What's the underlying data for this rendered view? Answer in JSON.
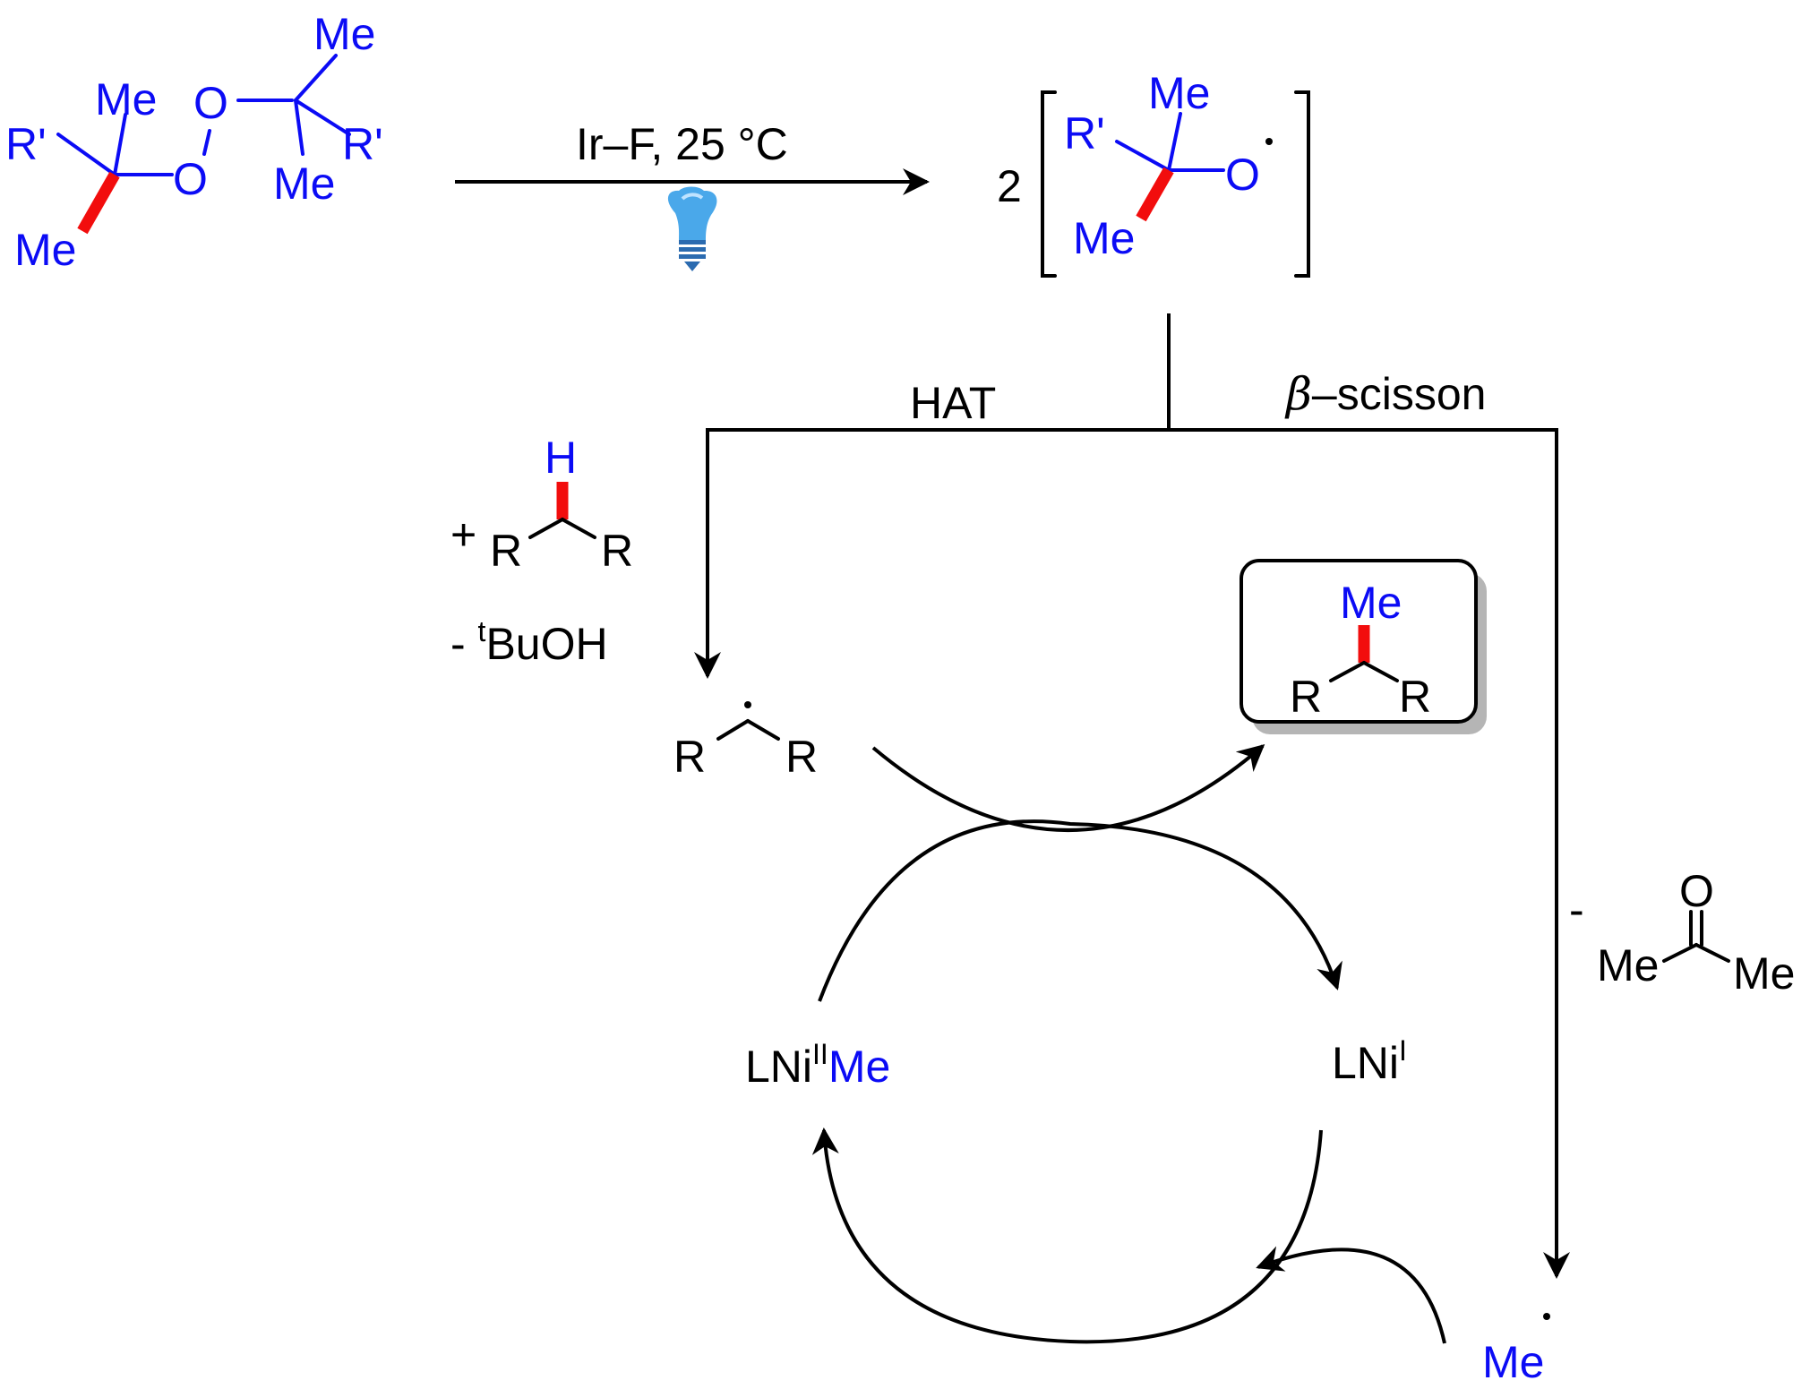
{
  "colors": {
    "atom_blue": "#0b0bf5",
    "bond_red": "#f20d0d",
    "text_black": "#000000",
    "bulb_blue": "#4aa8ea",
    "shadow_gray": "#b5b5b5"
  },
  "icons": [
    "light-bulb-icon"
  ],
  "labels": {
    "me": "Me",
    "r_prime": "R'",
    "o": "O",
    "r": "R",
    "h": "H"
  },
  "reaction": {
    "conditions": "Ir–F, 25 °C",
    "coefficient": "2"
  },
  "branches": {
    "hat": "HAT",
    "beta_symbol": "β",
    "scission_text": "–scisson"
  },
  "hat_side": {
    "plus": "+",
    "minus_prefix": "- ",
    "tbuoh_sup": "t",
    "tbuoh_main": "BuOH"
  },
  "beta_side": {
    "minus": "-"
  },
  "catalytic_cycle": {
    "ni_ii": {
      "base": "LNi",
      "sup": "II",
      "suffix": "Me"
    },
    "ni_i": {
      "base": "LNi",
      "sup": "I"
    }
  }
}
